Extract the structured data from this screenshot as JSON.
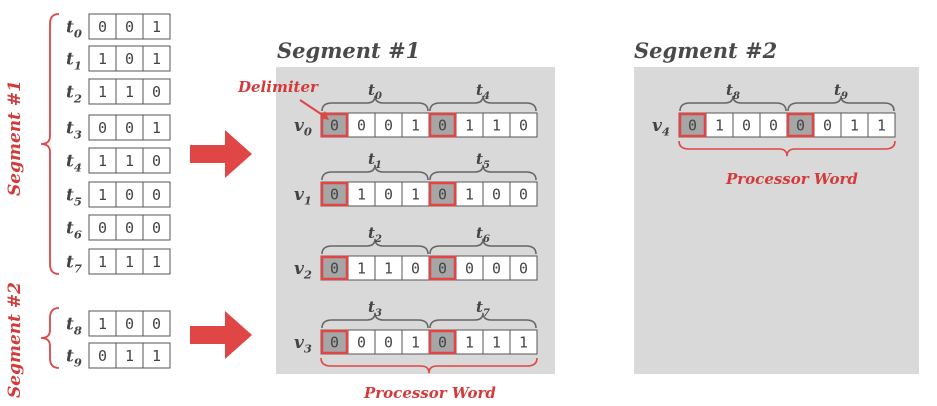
{
  "segment1_vertical_label": "Segment #1",
  "segment2_vertical_label": "Segment #2",
  "segment1_title": "Segment #1",
  "segment2_title": "Segment #2",
  "delimiter_label": "Delimiter",
  "processor_word_label": "Processor Word",
  "tuples": [
    {
      "label": "t",
      "sub": "0",
      "bits": [
        "0",
        "0",
        "1"
      ]
    },
    {
      "label": "t",
      "sub": "1",
      "bits": [
        "1",
        "0",
        "1"
      ]
    },
    {
      "label": "t",
      "sub": "2",
      "bits": [
        "1",
        "1",
        "0"
      ]
    },
    {
      "label": "t",
      "sub": "3",
      "bits": [
        "0",
        "0",
        "1"
      ]
    },
    {
      "label": "t",
      "sub": "4",
      "bits": [
        "1",
        "1",
        "0"
      ]
    },
    {
      "label": "t",
      "sub": "5",
      "bits": [
        "1",
        "0",
        "0"
      ]
    },
    {
      "label": "t",
      "sub": "6",
      "bits": [
        "0",
        "0",
        "0"
      ]
    },
    {
      "label": "t",
      "sub": "7",
      "bits": [
        "1",
        "1",
        "1"
      ]
    },
    {
      "label": "t",
      "sub": "8",
      "bits": [
        "1",
        "0",
        "0"
      ]
    },
    {
      "label": "t",
      "sub": "9",
      "bits": [
        "0",
        "1",
        "1"
      ]
    }
  ],
  "segment1_words": [
    {
      "label": "v",
      "sub": "0",
      "bits": [
        "0",
        "0",
        "0",
        "1",
        "0",
        "1",
        "1",
        "0"
      ],
      "groups": [
        {
          "label": "t",
          "sub": "0"
        },
        {
          "label": "t",
          "sub": "4"
        }
      ]
    },
    {
      "label": "v",
      "sub": "1",
      "bits": [
        "0",
        "1",
        "0",
        "1",
        "0",
        "1",
        "0",
        "0"
      ],
      "groups": [
        {
          "label": "t",
          "sub": "1"
        },
        {
          "label": "t",
          "sub": "5"
        }
      ]
    },
    {
      "label": "v",
      "sub": "2",
      "bits": [
        "0",
        "1",
        "1",
        "0",
        "0",
        "0",
        "0",
        "0"
      ],
      "groups": [
        {
          "label": "t",
          "sub": "2"
        },
        {
          "label": "t",
          "sub": "6"
        }
      ]
    },
    {
      "label": "v",
      "sub": "3",
      "bits": [
        "0",
        "0",
        "0",
        "1",
        "0",
        "1",
        "1",
        "1"
      ],
      "groups": [
        {
          "label": "t",
          "sub": "3"
        },
        {
          "label": "t",
          "sub": "7"
        }
      ]
    }
  ],
  "segment2_words": [
    {
      "label": "v",
      "sub": "4",
      "bits": [
        "0",
        "1",
        "0",
        "0",
        "0",
        "0",
        "1",
        "1"
      ],
      "groups": [
        {
          "label": "t",
          "sub": "8"
        },
        {
          "label": "t",
          "sub": "9"
        }
      ]
    }
  ],
  "colors": {
    "red": "#e04646",
    "panel": "#d9d9d9",
    "cell_border": "#555555",
    "delimiter_fill": "#a6a6a6",
    "text": "#444444"
  }
}
